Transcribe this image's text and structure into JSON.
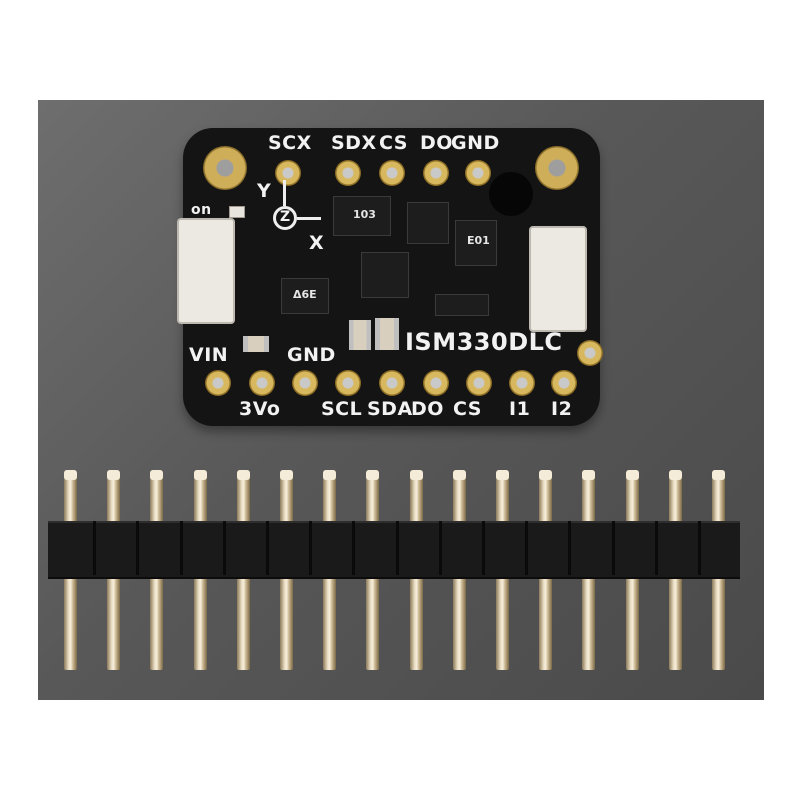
{
  "board": {
    "chip_name": "ISM330DLC",
    "top_pins": [
      "SCX",
      "SDX",
      "CS",
      "DO",
      "GND"
    ],
    "bottom_top_labels": [
      "VIN",
      "GND"
    ],
    "bottom_pins": [
      "3Vo",
      "SCL",
      "SDA",
      "DO",
      "CS",
      "I1",
      "I2"
    ],
    "axis_labels": [
      "Y",
      "Z",
      "X"
    ],
    "led_label": "on",
    "chip_markings": [
      "103",
      "E01",
      "Δ6E"
    ]
  },
  "header": {
    "pin_count": 16
  }
}
